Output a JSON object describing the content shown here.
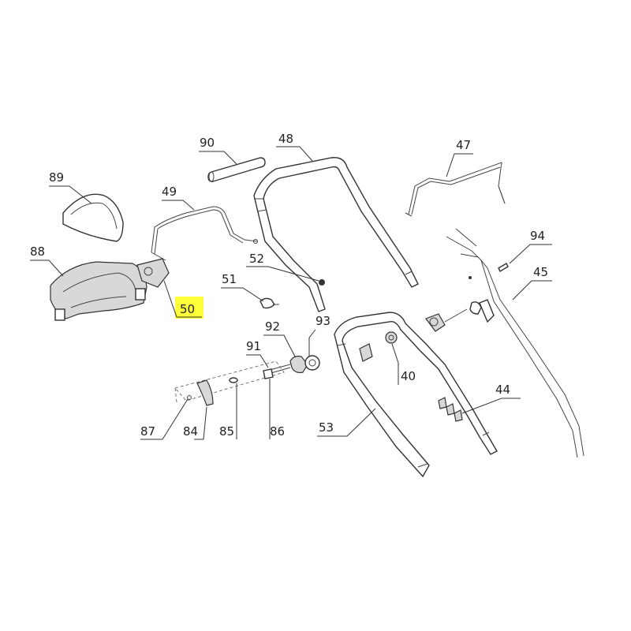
{
  "diagram": {
    "highlight_color": "#ffff3a",
    "highlighted_part": "50",
    "parts": [
      {
        "id": "p90",
        "label": "90"
      },
      {
        "id": "p48",
        "label": "48"
      },
      {
        "id": "p47",
        "label": "47"
      },
      {
        "id": "p89",
        "label": "89"
      },
      {
        "id": "p49",
        "label": "49"
      },
      {
        "id": "p88",
        "label": "88"
      },
      {
        "id": "p52",
        "label": "52"
      },
      {
        "id": "p94",
        "label": "94"
      },
      {
        "id": "p45",
        "label": "45"
      },
      {
        "id": "p51",
        "label": "51"
      },
      {
        "id": "p50",
        "label": "50"
      },
      {
        "id": "p92",
        "label": "92"
      },
      {
        "id": "p93",
        "label": "93"
      },
      {
        "id": "p91",
        "label": "91"
      },
      {
        "id": "p40",
        "label": "40"
      },
      {
        "id": "p44",
        "label": "44"
      },
      {
        "id": "p87",
        "label": "87"
      },
      {
        "id": "p84",
        "label": "84"
      },
      {
        "id": "p85",
        "label": "85"
      },
      {
        "id": "p86",
        "label": "86"
      },
      {
        "id": "p53",
        "label": "53"
      }
    ]
  }
}
